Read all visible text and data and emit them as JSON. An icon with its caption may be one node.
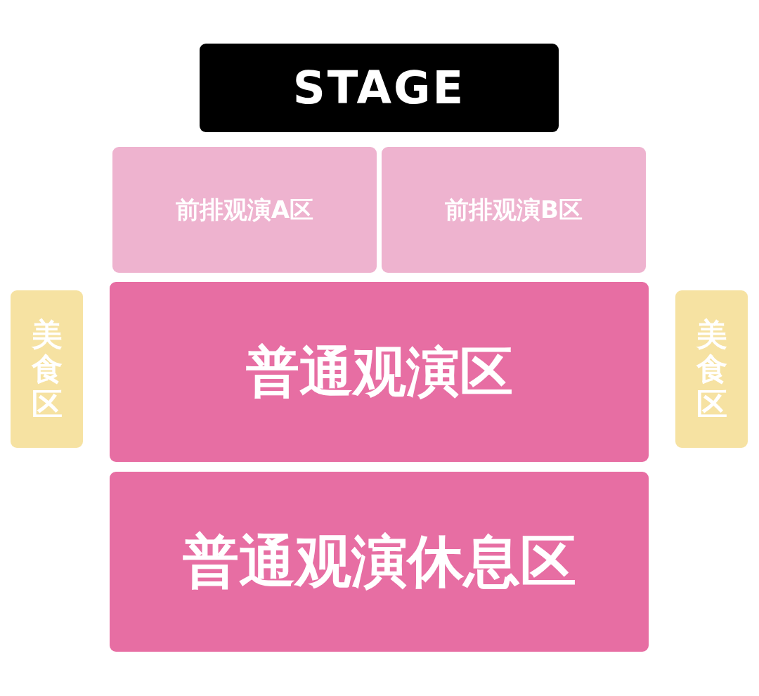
{
  "diagram": {
    "nodes": [
      {
        "text": [
          "STAGE"
        ]
      },
      {
        "text": [
          "前排观演A区"
        ]
      },
      {
        "text": [
          "前排观演B区"
        ]
      },
      {
        "text": [
          "美食区"
        ]
      },
      {
        "text": [
          "普通观演区"
        ]
      },
      {
        "text": [
          "美食区"
        ]
      },
      {
        "text": [
          "普通观演休息区"
        ]
      }
    ]
  }
}
